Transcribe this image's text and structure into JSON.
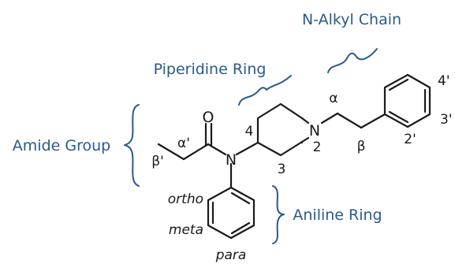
{
  "labels": {
    "alkyl_chain": "N-Alkyl Chain",
    "piperidine_ring": "Piperidine Ring",
    "amide_group": "Amide Group",
    "aniline_ring": "Aniline Ring"
  },
  "atoms": {
    "oxygen": "O",
    "amide_nitrogen": "N",
    "piperidine_nitrogen": "N"
  },
  "positions": {
    "alpha": "α",
    "beta": "β",
    "alpha_prime": "α'",
    "beta_prime": "β'",
    "pip_4": "4",
    "pip_3": "3",
    "pip_2": "2",
    "phenyl_2p": "2'",
    "phenyl_3p": "3'",
    "phenyl_4p": "4'",
    "ortho": "ortho",
    "meta": "meta",
    "para": "para"
  },
  "colors": {
    "annotation": "#2a5a8c",
    "bonds": "#1a1a1a"
  }
}
